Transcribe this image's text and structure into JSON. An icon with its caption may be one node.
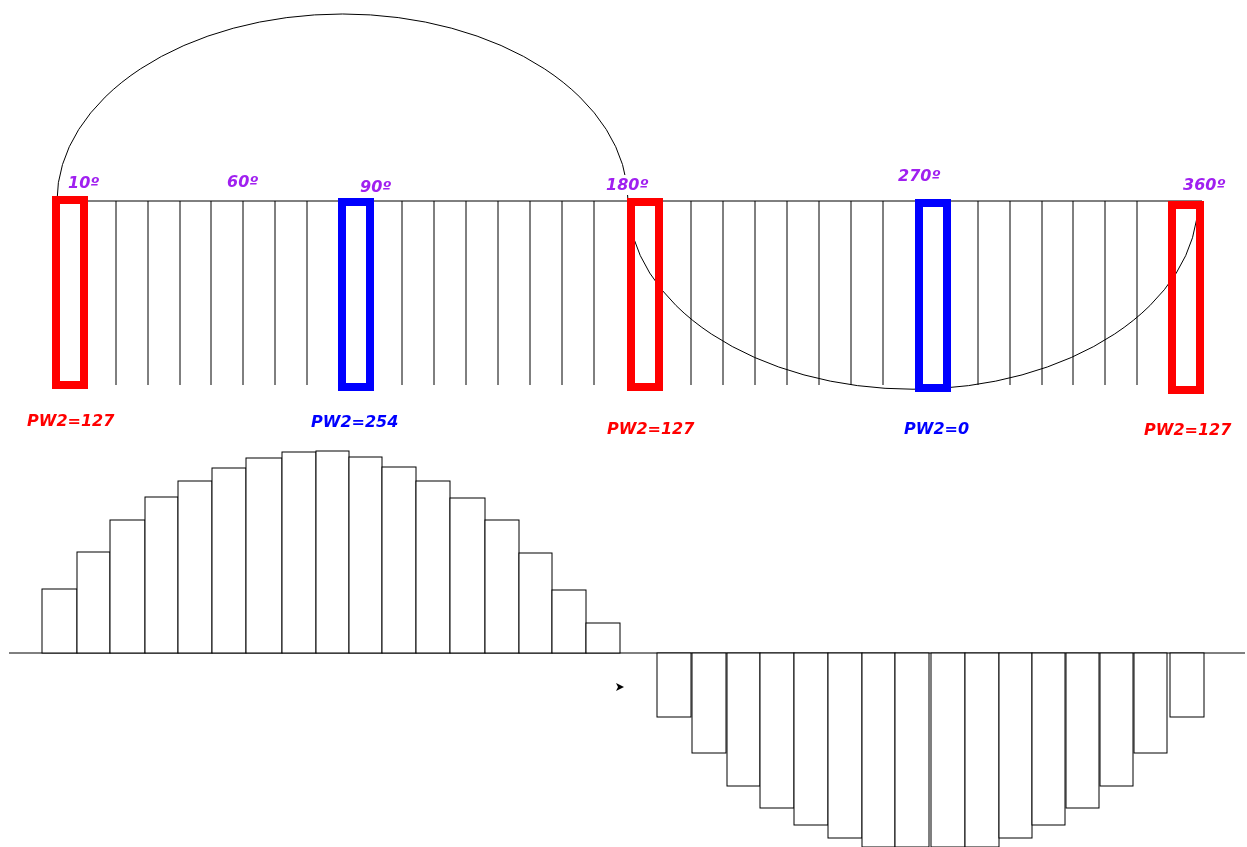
{
  "diagram": {
    "labels": [
      "10º",
      "60º",
      "90º",
      "180º",
      "270º",
      "360º",
      "PW2=127",
      "PW2=254",
      "PW2=127",
      "PW2=0",
      "PW2=127"
    ]
  }
}
